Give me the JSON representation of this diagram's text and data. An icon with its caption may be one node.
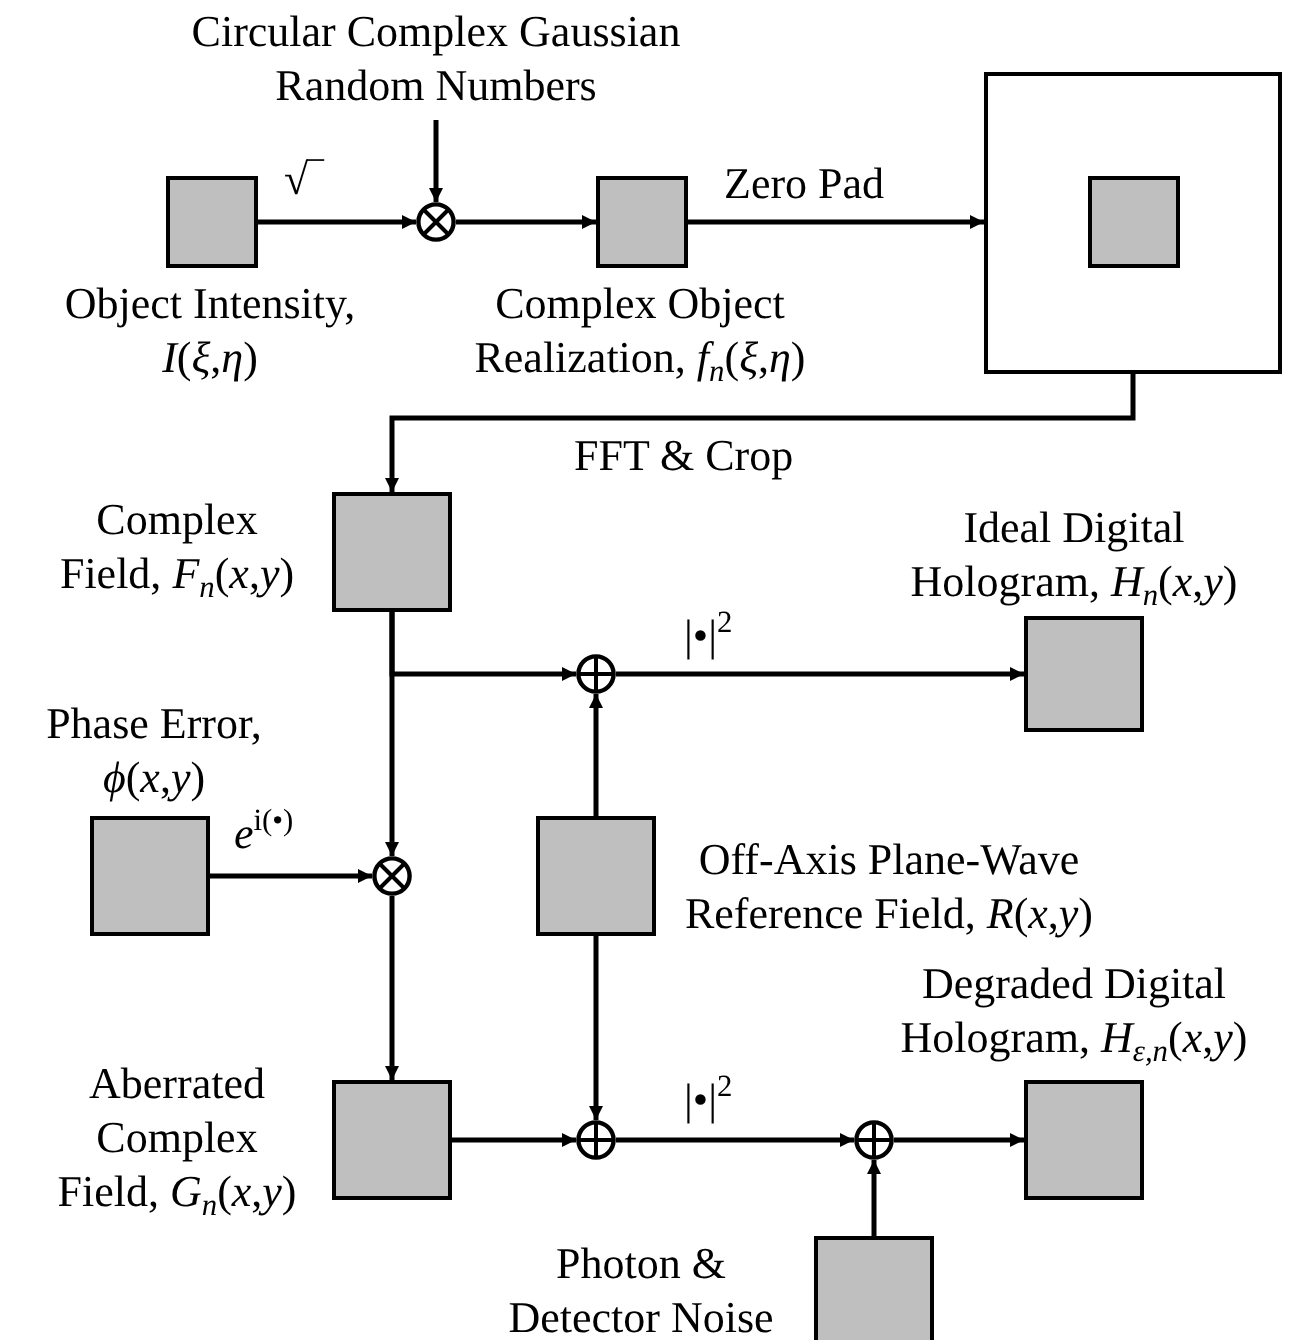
{
  "diagram": {
    "nodes": [
      {
        "text": [
          "Circular Complex Gaussian Random Numbers"
        ]
      },
      {
        "text": [
          "Object Intensity, *I*(*ξ*,*η*)"
        ]
      },
      {
        "text": [],
        "shape": "circle"
      },
      {
        "text": [
          "Complex Object Realization, *f*$_{n}$(*ξ*,*η*)"
        ]
      },
      {
        "text": [],
        "shape": "box"
      },
      {
        "text": [],
        "shape": "box",
        "in": 4
      },
      {
        "text": [
          "Complex Field, *F*$_{n}$(*x*,*y*)"
        ]
      },
      {
        "text": [
          "Ideal Digital Hologram, *H*$_{n}$(*x*,*y*)"
        ]
      },
      {
        "text": [],
        "shape": "circle"
      },
      {
        "text": [
          "Phase Error, *ϕ*(*x*,*y*)"
        ]
      },
      {
        "text": [],
        "shape": "circle"
      },
      {
        "text": [
          "Off-Axis Plane-Wave Reference Field, *R*(*x*,*y*)"
        ]
      },
      {
        "text": [
          "Aberrated Complex Field, *G*$_{n}$(*x*,*y*)"
        ]
      },
      {
        "text": [],
        "shape": "circle"
      },
      {
        "text": [],
        "shape": "circle"
      },
      {
        "text": [
          "Degraded Digital Hologram, *H*$_{ε,n}$(*x*,*y*)"
        ]
      },
      {
        "text": [
          "Photon & Detector Noise"
        ]
      }
    ],
    "edges": [
      {
        "from": 0,
        "to": 2,
        "arrow": "to"
      },
      {
        "from": 1,
        "to": 2,
        "arrow": "to",
        "label": "√‾"
      },
      {
        "from": 2,
        "to": 3,
        "arrow": "to"
      },
      {
        "from": 3,
        "to": 4,
        "arrow": "to",
        "label": "Zero Pad"
      },
      {
        "from": 4,
        "to": 6,
        "arrow": "to",
        "label": "FFT & Crop"
      },
      {
        "from": 6,
        "to": 8,
        "arrow": "to"
      },
      {
        "from": 6,
        "to": 10,
        "arrow": "to"
      },
      {
        "from": 8,
        "to": 7,
        "arrow": "to",
        "label": "|•|$^{2}$"
      },
      {
        "from": 11,
        "to": 8,
        "arrow": "to"
      },
      {
        "from": 9,
        "to": 10,
        "arrow": "to",
        "label": "*e*$^{i(•)}$"
      },
      {
        "from": 10,
        "to": 12,
        "arrow": "to"
      },
      {
        "from": 12,
        "to": 13,
        "arrow": "to"
      },
      {
        "from": 11,
        "to": 13,
        "arrow": "to"
      },
      {
        "from": 13,
        "to": 14,
        "arrow": "to",
        "label": "|•|$^{2}$"
      },
      {
        "from": 16,
        "to": 14,
        "arrow": "to"
      },
      {
        "from": 14,
        "to": 15,
        "arrow": "to"
      }
    ]
  }
}
